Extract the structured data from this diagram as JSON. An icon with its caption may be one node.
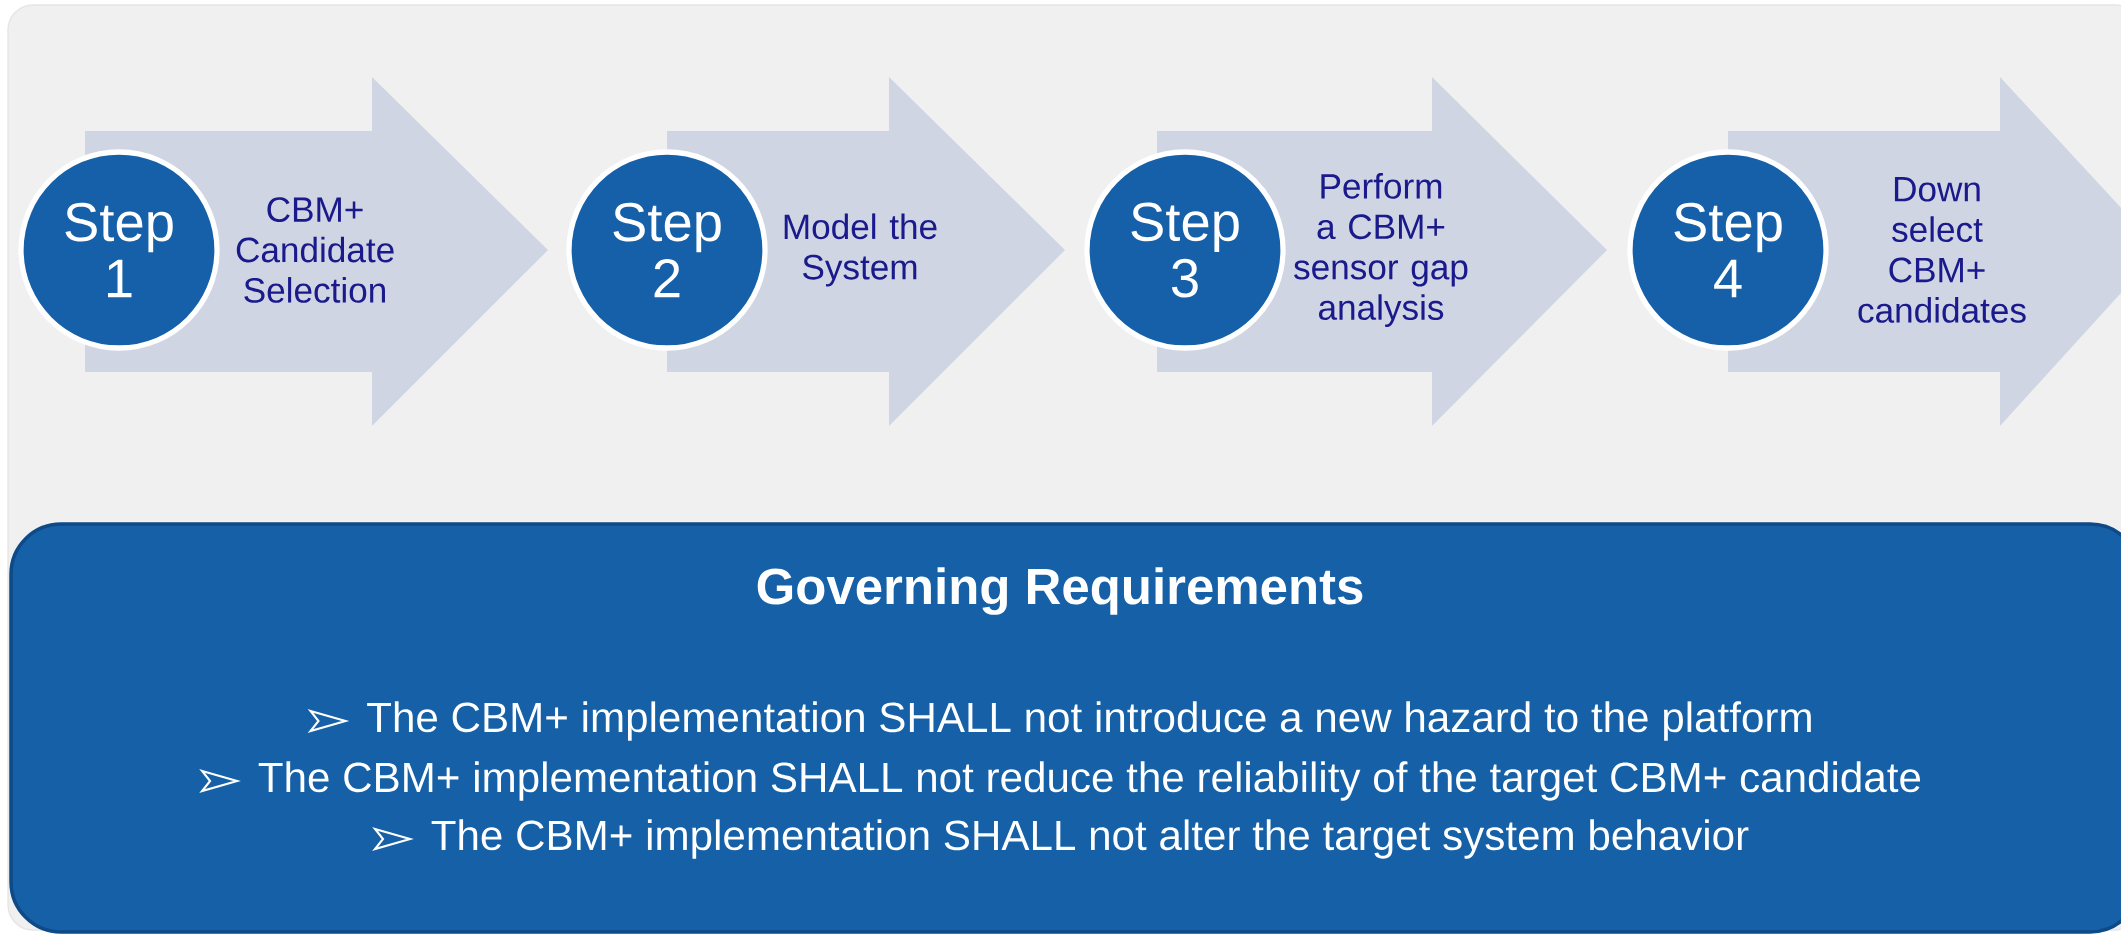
{
  "diagram": {
    "nodes": [
      {
        "text": [
          "Step 1"
        ]
      },
      {
        "text": [
          "CBM+ Candidate Selection"
        ]
      },
      {
        "text": [
          "Step 2"
        ]
      },
      {
        "text": [
          "Model the System"
        ]
      },
      {
        "text": [
          "Step 3"
        ]
      },
      {
        "text": [
          "Perform a CBM+ sensor gap analysis"
        ]
      },
      {
        "text": [
          "Step 4"
        ]
      },
      {
        "text": [
          "Down select CBM+ candidates"
        ]
      },
      {
        "text": [
          "Governing Requirements",
          "The CBM+ implementation SHALL not introduce a new hazard to the platform",
          "The CBM+ implementation SHALL not reduce the reliability of the target CBM+ candidate",
          "The CBM+ implementation SHALL not alter the target system behavior"
        ]
      }
    ],
    "edges": []
  }
}
